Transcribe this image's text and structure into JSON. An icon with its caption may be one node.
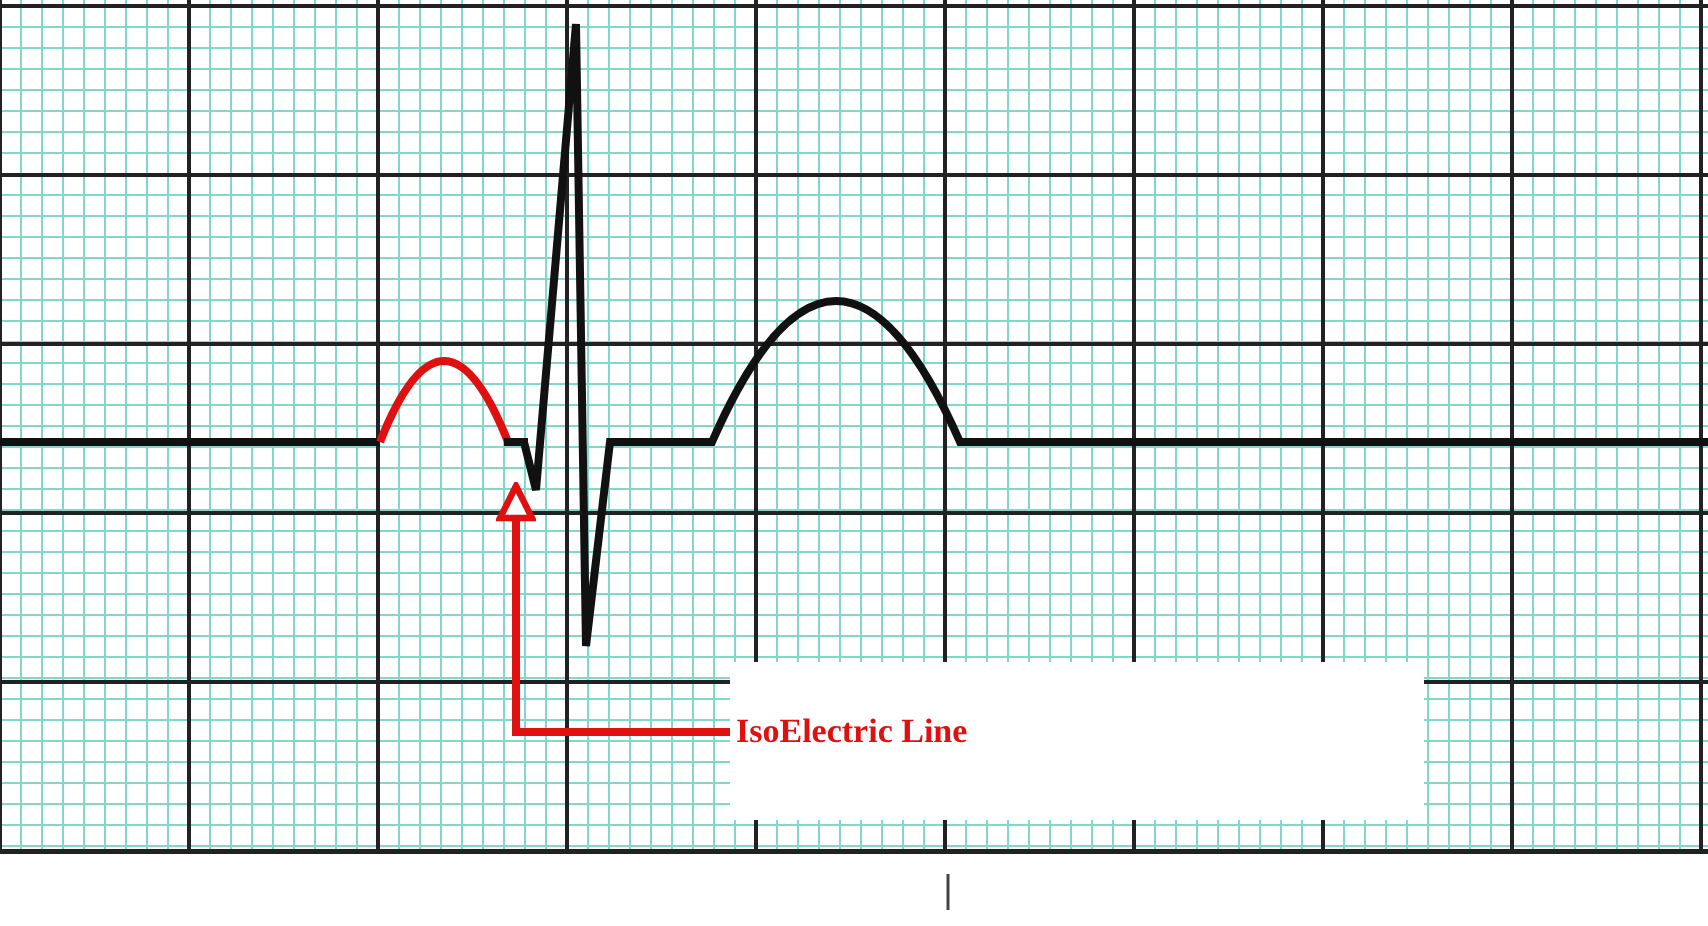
{
  "diagram": {
    "nodes": [
      {
        "text": [
          "IsoElectric Line"
        ]
      },
      {
        "text": [],
        "shape": "line"
      }
    ],
    "edges": [
      {
        "from": 0,
        "to": 1,
        "arrow": "to",
        "color": "#e01010"
      }
    ]
  }
}
